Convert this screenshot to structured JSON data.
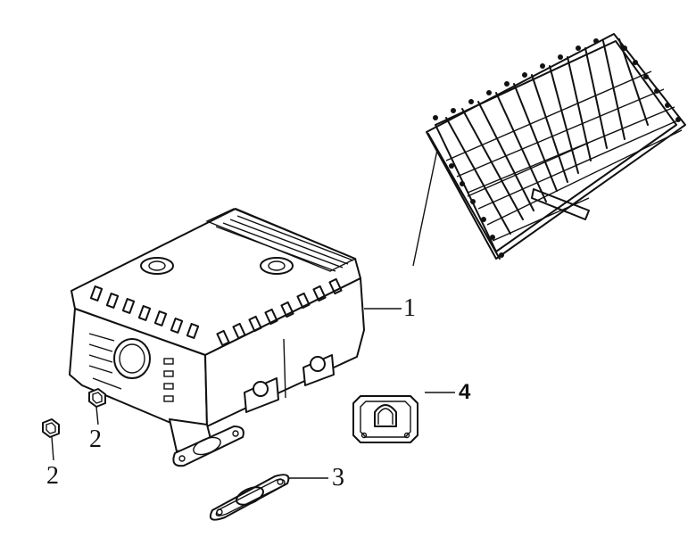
{
  "callouts": [
    {
      "id": "muffler",
      "label": "1"
    },
    {
      "id": "nut-a",
      "label": "2"
    },
    {
      "id": "nut-b",
      "label": "2"
    },
    {
      "id": "gasket",
      "label": "3"
    },
    {
      "id": "heat-shield",
      "label": "4"
    }
  ],
  "icons": {
    "spark_arrester_screen": "spark-arrester-screen-icon",
    "muffler_body": "muffler-body-icon",
    "nut": "hex-nut-icon",
    "exhaust_gasket": "exhaust-gasket-icon",
    "heat_shield_plate": "heat-shield-plate-icon"
  },
  "colors": {
    "line": "#111111",
    "background": "#ffffff"
  }
}
